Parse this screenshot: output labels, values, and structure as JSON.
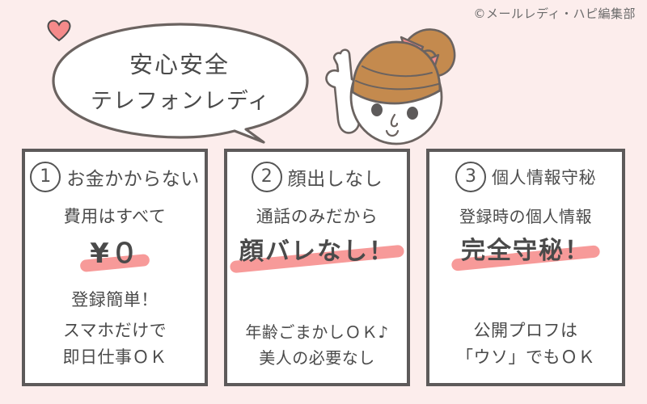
{
  "credit": "©メールレディ・ハピ編集部",
  "bubble": {
    "line1": "安心安全",
    "heart": "♥",
    "line2": "テレフォンレディ"
  },
  "character": {
    "hair_color": "#c48a4e",
    "ribbon_color": "#f58a8a",
    "outline_color": "#6b6360",
    "skin_color": "#ffffff"
  },
  "colors": {
    "background": "#fcedec",
    "card_border": "#5d5a5a",
    "card_bg": "#ffffff",
    "highlight": "#f58482",
    "text": "#4a4a4a",
    "heart": "#f58a8a"
  },
  "cards": [
    {
      "number": "1",
      "heading": "お金かからない",
      "sub": "費用はすべて",
      "emphasis": "¥０",
      "tail1": "登録簡単！",
      "tail2": "スマホだけで",
      "tail3": "即日仕事ＯＫ"
    },
    {
      "number": "2",
      "heading": "顔出しなし",
      "sub": "通話のみだから",
      "emphasis": "顔バレなし！",
      "tail1": "",
      "tail2": "年齢ごまかしＯＫ♪",
      "tail3": "美人の必要なし"
    },
    {
      "number": "3",
      "heading": "個人情報守秘",
      "sub": "登録時の個人情報",
      "emphasis": "完全守秘！",
      "tail1": "",
      "tail2": "公開プロフは",
      "tail3": "「ウソ」でもＯＫ"
    }
  ]
}
